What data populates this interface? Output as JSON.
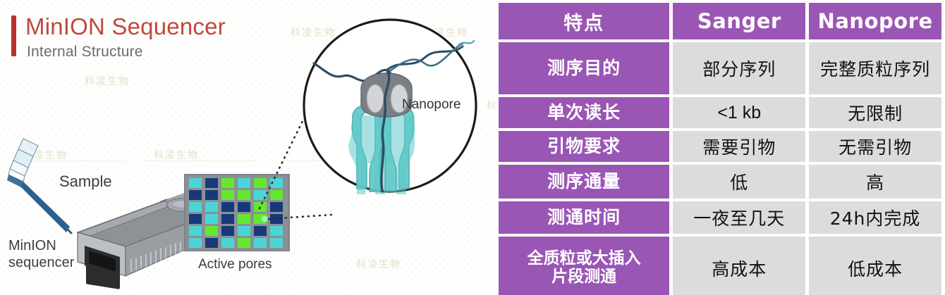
{
  "illustration": {
    "title_main": "MinION Sequencer",
    "title_sub": "Internal Structure",
    "accent_color": "#b5332c",
    "labels": {
      "sample": "Sample",
      "minion_line1": "MinION",
      "minion_line2": "sequencer",
      "active_pores": "Active pores",
      "nanopore": "Nanopore"
    },
    "pore_colors": {
      "cyan": "#4ad6d6",
      "green": "#63e82e",
      "dark_blue": "#17397a",
      "frame": "#8a8f96"
    },
    "device_colors": {
      "body_top": "#8f9296",
      "body_side": "#b9bcc0",
      "body_dark": "#5f6367"
    },
    "nanopore_colors": {
      "circle_stroke": "#1b1b1b",
      "pore_cap": "#7c7f86",
      "pore_body": "#5ec8c8",
      "dna": "#2c4c63"
    }
  },
  "watermark": {
    "text": "科凌生物"
  },
  "table": {
    "header_color": "#9a56b4",
    "cell_color": "#dcdcdc",
    "headers": [
      "特点",
      "Sanger",
      "Nanopore"
    ],
    "rows": [
      {
        "feature": "测序目的",
        "sanger": "部分序列",
        "nanopore": "完整质粒序列"
      },
      {
        "feature": "单次读长",
        "sanger": "<1 kb",
        "nanopore": "无限制"
      },
      {
        "feature": "引物要求",
        "sanger": "需要引物",
        "nanopore": "无需引物"
      },
      {
        "feature": "测序通量",
        "sanger": "低",
        "nanopore": "高"
      },
      {
        "feature": "测通时间",
        "sanger": "一夜至几天",
        "nanopore": "24h内完成"
      },
      {
        "feature": "全质粒或大插入\n片段测通",
        "feature_l1": "全质粒或大插入",
        "feature_l2": "片段测通",
        "sanger": "高成本",
        "nanopore": "低成本"
      }
    ]
  }
}
